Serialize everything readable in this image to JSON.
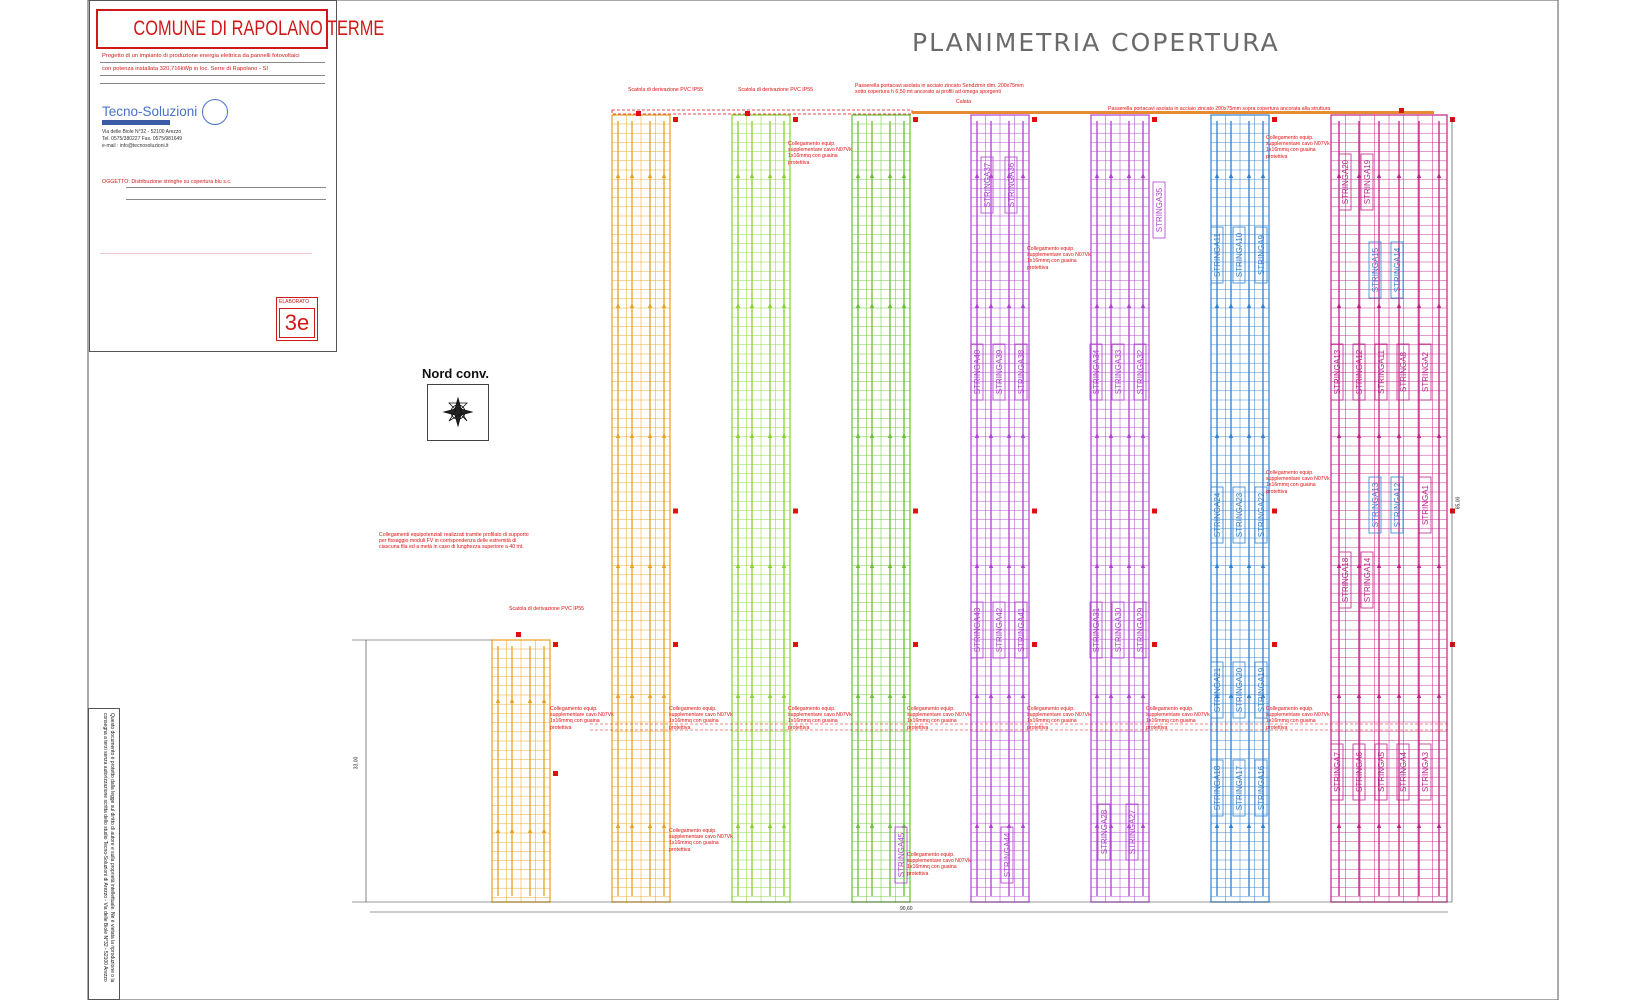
{
  "title": "PLANIMETRIA  COPERTURA",
  "cartiglio": {
    "comune": "COMUNE DI  RAPOLANO TERME",
    "project_line_1": "Progetto di un impianto di produzione energia elettrica da pannelli fotovoltaici",
    "project_line_2": "con potenza installata 320,716kWp in loc. Serre di Rapolano - SI",
    "company": "Tecno-Soluzioni",
    "address_1": "Via delle Biole N°32 - 52100 Arezzo",
    "address_2": "Tel. 0575/380227  Fax. 0575/981649",
    "address_3": "e-mail : info@tecnosoluzioni.it",
    "oggetto_label": "OGGETTO:",
    "oggetto_value": "Distribuzione stringhe su copertura blu s.c.",
    "elaborato_label": "ELABORATO",
    "elaborato_value": "3e"
  },
  "north_label": "Nord conv.",
  "vertical_note": "Questo documento è protetto dalla legge sul diritto di autore e sulla proprietà intellettuale. Ne è vietata la riproduzione o la consegna a terzi senza autorizzazione scritta dello studio Tecno-Soluzioni di Arezzo - Via delle Biole N°32 - 52100 Arezzo",
  "annotations": {
    "scatola_1": "Scatola di derivazione PVC IP55",
    "scatola_2": "Scatola di derivazione PVC IP55",
    "scatola_3": "Scatola di derivazione PVC IP55",
    "passerella_1": "Passerella portacavi asolata in acciaio zincato Sendzimir dim. 200x75mm",
    "passerella_1b": "sotto copertura h 6,50 mt ancorato ai profili ad omega sporgenti",
    "calata": "Calata",
    "passerella_2": "Passerella portacavi asolata in acciaio zincato 200x75mm sopra copertura ancorata alla struttura",
    "collegamenti_equip": "Collegamenti equipotenziali realizzati tramite profilato di supporto per fissaggio moduli FV in corrispondenza delle estremità di ciascuna fila ed a metà in caso di lunghezza superiore a 40 mt.",
    "collegamento_equip": "Collegamento equip. supplementare cavo N07Vk 1x16mmq con guaina protettiva"
  },
  "dimensions": {
    "width": "90,60",
    "height_left": "33,00",
    "height_right": "65,00"
  },
  "colors": {
    "red": "#e01010",
    "orange": "#e8a020",
    "yellow_green": "#88d030",
    "green": "#66c030",
    "purple": "#b040d0",
    "blue": "#3080d0",
    "magenta": "#c0208a",
    "tray": "#e88a30"
  },
  "strings": {
    "purple_a": [
      "STRINGA37",
      "STRINGA36",
      "STRINGA40",
      "STRINGA39",
      "STRINGA38",
      "STRINGA43",
      "STRINGA42",
      "STRINGA41",
      "STRINGA45",
      "STRINGA44"
    ],
    "purple_b": [
      "STRINGA35",
      "STRINGA34",
      "STRINGA33",
      "STRINGA32",
      "STRINGA31",
      "STRINGA30",
      "STRINGA29",
      "STRINGA28",
      "STRINGA27"
    ],
    "blue": [
      "STRINGA11",
      "STRINGA10",
      "STRINGA9",
      "STRINGA24",
      "STRINGA23",
      "STRINGA22",
      "STRINGA21",
      "STRINGA20",
      "STRINGA19",
      "STRINGA18",
      "STRINGA17",
      "STRINGA16",
      "STRINGA15",
      "STRINGA14",
      "STRINGA13",
      "STRINGA12"
    ],
    "magenta": [
      "STRINGA20",
      "STRINGA19",
      "STRINGA18",
      "STRINGA14",
      "STRINGA13",
      "STRINGA12",
      "STRINGA11",
      "STRINGA8",
      "STRINGA7",
      "STRINGA6",
      "STRINGA5",
      "STRINGA4",
      "STRINGA3",
      "STRINGA2",
      "STRINGA1"
    ]
  }
}
